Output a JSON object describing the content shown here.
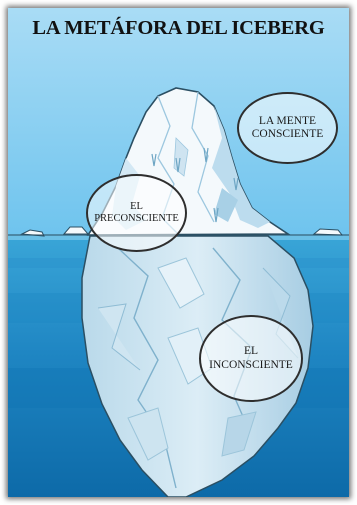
{
  "title": "LA METÁFORA DEL ICEBERG",
  "labels": {
    "consciente": [
      "LA MENTE",
      "CONSCIENTE"
    ],
    "preconsciente": [
      "EL",
      "PRECONSCIENTE"
    ],
    "inconsciente": [
      "EL",
      "INCONSCIENTE"
    ]
  },
  "colors": {
    "sky_top": "#a9dcf5",
    "sky_bottom": "#6fc4ee",
    "water_top": "#3aa6d8",
    "water_deep": "#0d6aa8",
    "ice_light": "#f4f9fc",
    "ice_shadow": "#8fc3df",
    "underwater_ice": "#c9e2ef"
  }
}
